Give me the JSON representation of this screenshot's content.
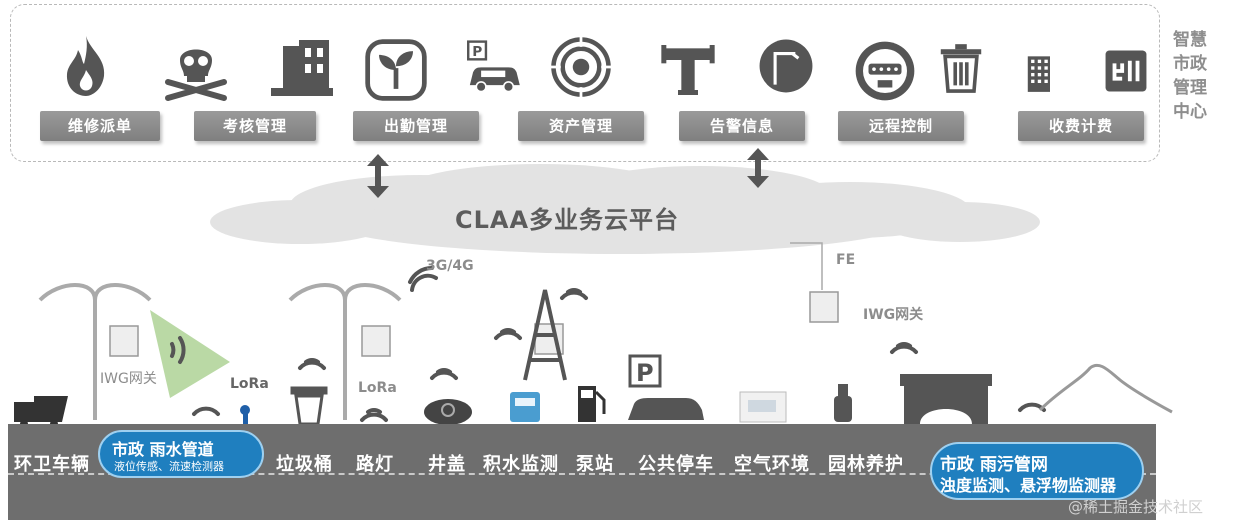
{
  "side_title": [
    "智慧",
    "市政",
    "管理",
    "中心"
  ],
  "buttons": {
    "b1": "维修派单",
    "b2": "考核管理",
    "b3": "出勤管理",
    "b4": "资产管理",
    "b5": "告警信息",
    "b6": "远程控制",
    "b7": "收费计费"
  },
  "top_icons": [
    "fire-icon",
    "skull-icon",
    "building-icon",
    "plant-icon",
    "parking-car-icon",
    "target-icon",
    "pipe-icon",
    "streetlight-icon",
    "meter-icon",
    "trash-icon",
    "city-icon",
    "stamp-icon"
  ],
  "cloud": {
    "label": "CLAA多业务云平台"
  },
  "tags": {
    "net": "3G/4G",
    "fe": "FE",
    "iwg_right": "IWG网关",
    "iwg_left": "IWG网关",
    "lora1": "LoRa",
    "lora2": "LoRa"
  },
  "road": {
    "l1": "环卫车辆",
    "l3": "垃圾桶",
    "l4": "路灯",
    "l5": "井盖",
    "l6": "积水监测",
    "l7": "泵站",
    "l8": "公共停车",
    "l9": "空气环境",
    "l10": "园林养护"
  },
  "oval_left": {
    "title": "市政 雨水管道",
    "sub": "液位传感、流速检测器"
  },
  "oval_right": {
    "title": "市政 雨污管网",
    "sub": "浊度监测、悬浮物监测器"
  },
  "watermark": "@稀土掘金技术社区",
  "colors": {
    "button": "#8a8a8a",
    "road": "#6e6e6e",
    "oval": "#1f7fbf",
    "cloud": "#e4e4e4"
  }
}
